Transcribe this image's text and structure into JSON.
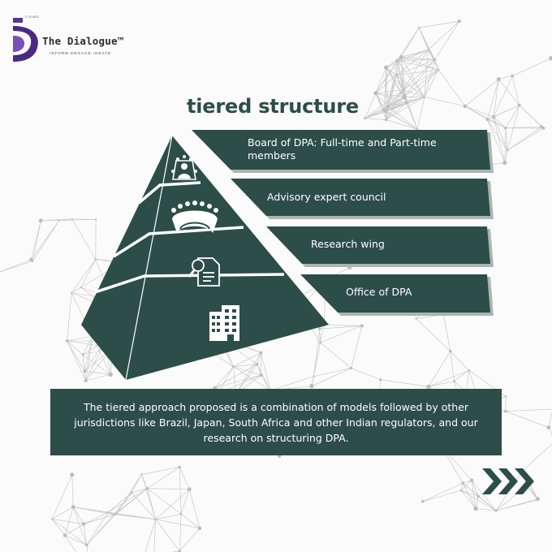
{
  "brand": {
    "name": "The Dialogue™",
    "tagline": "INFORM  ENGAGE  IDEATE",
    "years_badge": "5 YEARS",
    "accent_color": "#4b2a82"
  },
  "title": "tiered structure",
  "tiers": [
    {
      "label": "Board of DPA: Full-time and Part-time members",
      "icon": "meeting-icon"
    },
    {
      "label": "Advisory expert council",
      "icon": "council-icon"
    },
    {
      "label": "Research wing",
      "icon": "document-search-icon"
    },
    {
      "label": "Office of DPA",
      "icon": "building-icon"
    }
  ],
  "note": "The tiered approach proposed is a combination of models followed by other jurisdictions like Brazil, Japan, South Africa and other Indian regulators, and our research on structuring DPA.",
  "colors": {
    "primary": "#2d4d49",
    "background": "#fbfbfb",
    "network": "#c9c9c9"
  }
}
